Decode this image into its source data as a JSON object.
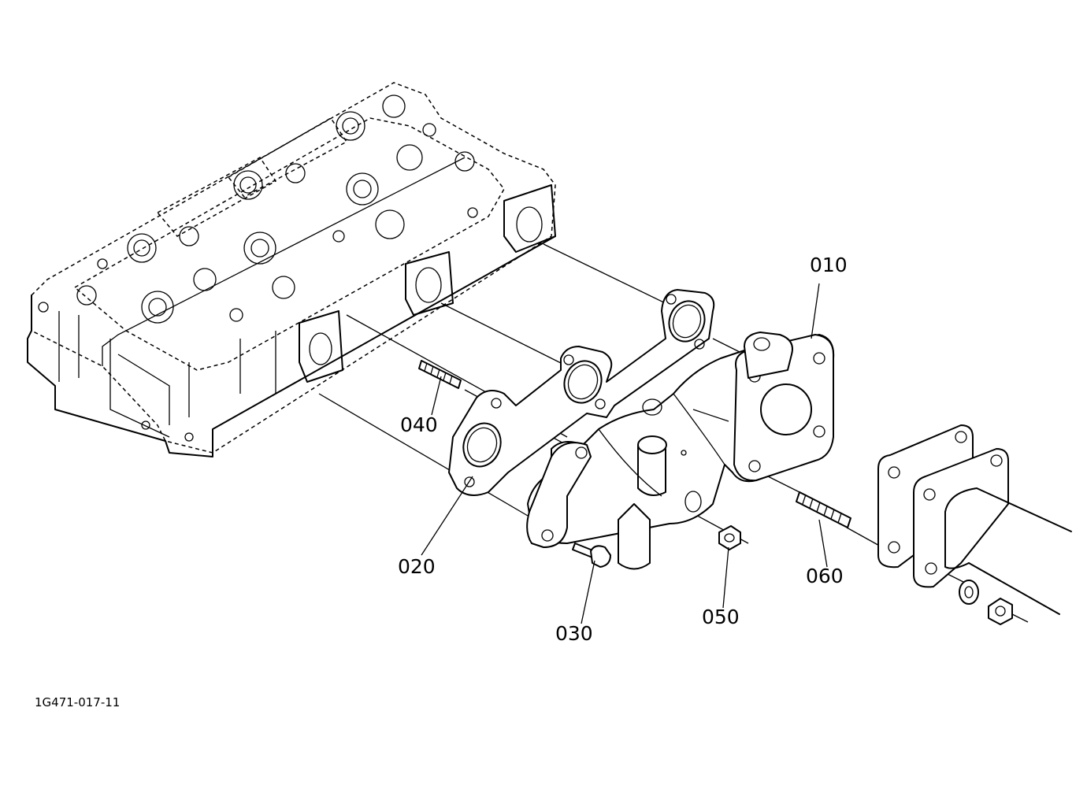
{
  "figure_number": "1G471-017-11",
  "callouts": [
    {
      "id": "010",
      "label": "010"
    },
    {
      "id": "020",
      "label": "020"
    },
    {
      "id": "030",
      "label": "030"
    },
    {
      "id": "040",
      "label": "040"
    },
    {
      "id": "050",
      "label": "050"
    },
    {
      "id": "060",
      "label": "060"
    }
  ]
}
